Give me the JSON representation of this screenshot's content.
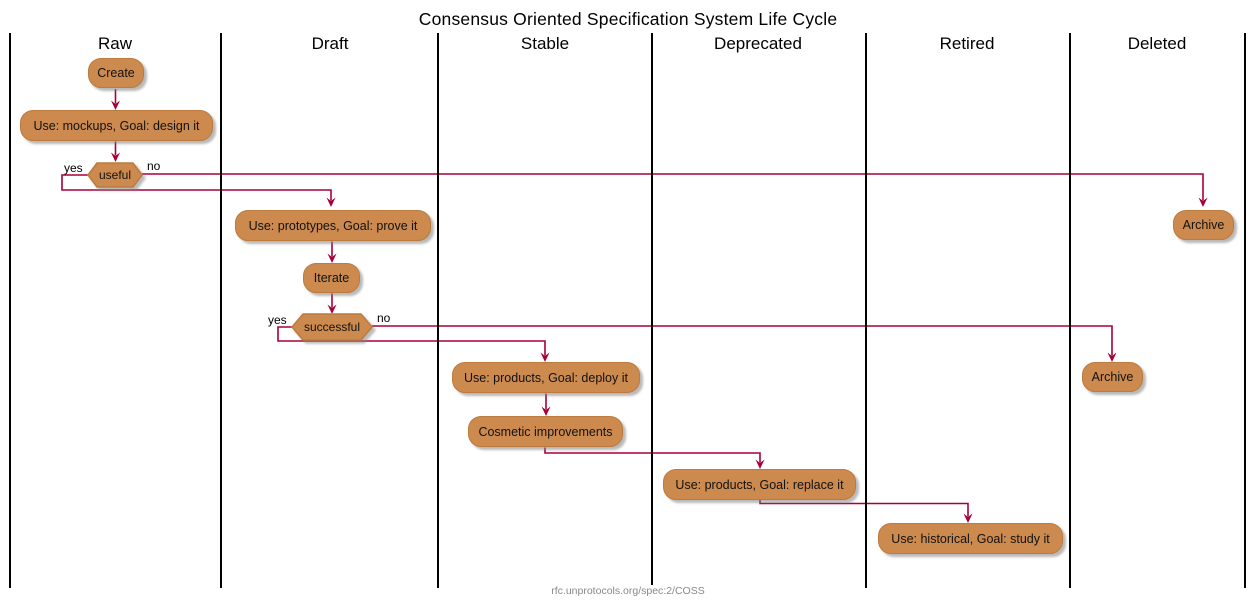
{
  "title": "Consensus Oriented Specification System Life Cycle",
  "footer": "rfc.unprotocols.org/spec:2/COSS",
  "colors": {
    "node_fill": "#cd8a4f",
    "node_border": "#bd7a3e",
    "arrow": "#a80036",
    "lane_line": "#000000",
    "footer_text": "#888888"
  },
  "lanes": [
    {
      "label": "Raw"
    },
    {
      "label": "Draft"
    },
    {
      "label": "Stable"
    },
    {
      "label": "Deprecated"
    },
    {
      "label": "Retired"
    },
    {
      "label": "Deleted"
    }
  ],
  "nodes": {
    "create": {
      "label": "Create",
      "lane": "Raw",
      "type": "activity"
    },
    "mockups": {
      "label": "Use: mockups, Goal: design it",
      "lane": "Raw",
      "type": "activity"
    },
    "useful": {
      "label": "useful",
      "lane": "Raw",
      "type": "decision",
      "yes_label": "yes",
      "no_label": "no"
    },
    "prototypes": {
      "label": "Use: prototypes, Goal: prove it",
      "lane": "Draft",
      "type": "activity"
    },
    "iterate": {
      "label": "Iterate",
      "lane": "Draft",
      "type": "activity"
    },
    "successful": {
      "label": "successful",
      "lane": "Draft",
      "type": "decision",
      "yes_label": "yes",
      "no_label": "no"
    },
    "deploy": {
      "label": "Use: products, Goal: deploy it",
      "lane": "Stable",
      "type": "activity"
    },
    "cosmetic": {
      "label": "Cosmetic improvements",
      "lane": "Stable",
      "type": "activity"
    },
    "replace": {
      "label": "Use: products, Goal: replace it",
      "lane": "Deprecated",
      "type": "activity"
    },
    "historical": {
      "label": "Use: historical, Goal: study it",
      "lane": "Retired",
      "type": "activity"
    },
    "archive1": {
      "label": "Archive",
      "lane": "Deleted",
      "type": "activity"
    },
    "archive2": {
      "label": "Archive",
      "lane": "Deleted",
      "type": "activity"
    }
  },
  "edges": [
    {
      "from": "create",
      "to": "mockups"
    },
    {
      "from": "mockups",
      "to": "useful"
    },
    {
      "from": "useful",
      "to": "prototypes",
      "branch": "yes"
    },
    {
      "from": "useful",
      "to": "archive1",
      "branch": "no"
    },
    {
      "from": "prototypes",
      "to": "iterate"
    },
    {
      "from": "iterate",
      "to": "successful"
    },
    {
      "from": "successful",
      "to": "deploy",
      "branch": "yes"
    },
    {
      "from": "successful",
      "to": "archive2",
      "branch": "no"
    },
    {
      "from": "deploy",
      "to": "cosmetic"
    },
    {
      "from": "cosmetic",
      "to": "replace"
    },
    {
      "from": "replace",
      "to": "historical"
    }
  ]
}
